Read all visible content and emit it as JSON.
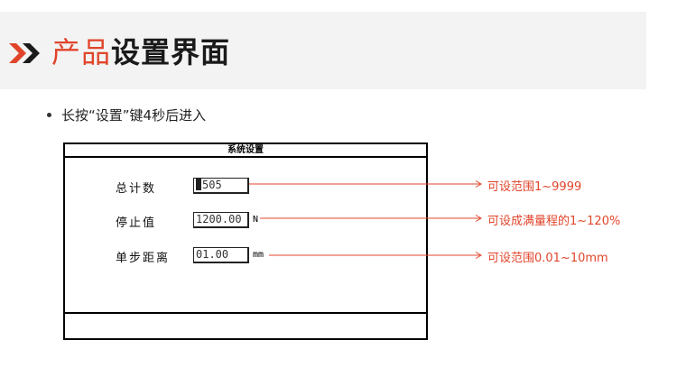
{
  "header": {
    "title_red": "产品",
    "title_dark": "设置界面",
    "accent_color": "#e0452b",
    "icon": "double-chevron-right-icon"
  },
  "bullet": {
    "text": "长按“设置”键4秒后进入"
  },
  "window": {
    "title": "系统设置",
    "fields": [
      {
        "label": "总计数",
        "value": "505",
        "unit": "",
        "has_cursor": true
      },
      {
        "label": "停止值",
        "value": "1200.00",
        "unit": "N"
      },
      {
        "label": "单步距离",
        "value": "01.00",
        "unit": "mm"
      }
    ]
  },
  "annotations": [
    "可设范围1~9999",
    "可设成满量程的1~120%",
    "可设范围0.01~10mm"
  ]
}
